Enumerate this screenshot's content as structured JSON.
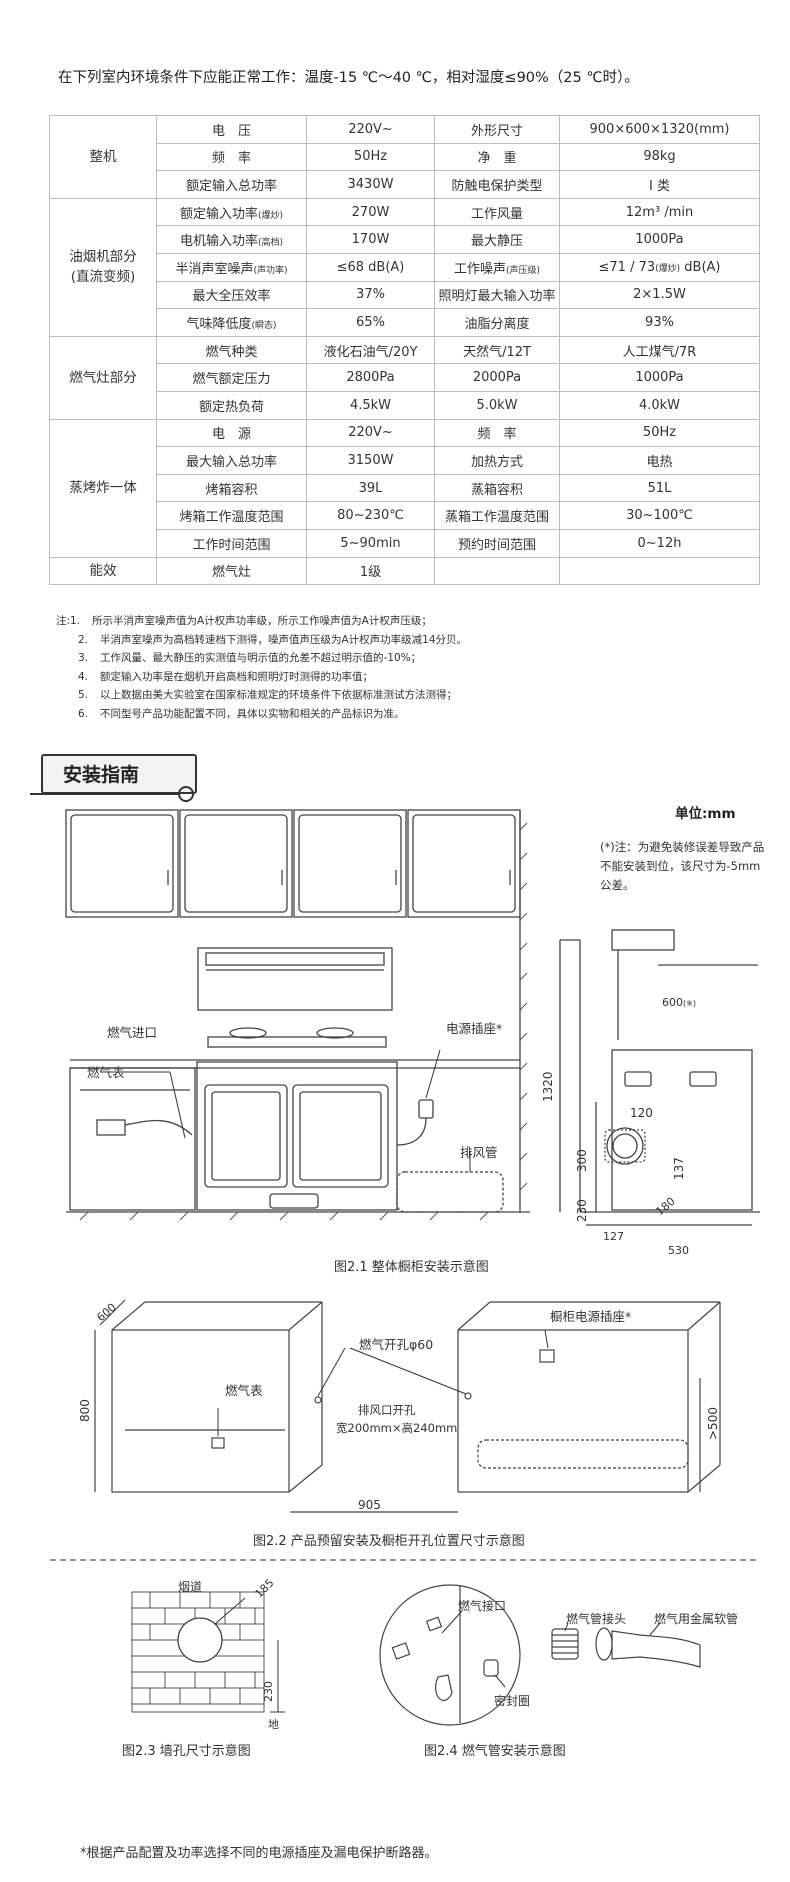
{
  "intro": "在下列室内环境条件下应能正常工作：温度-15 ℃～40 ℃，相对湿度≤90%（25 ℃时）。",
  "spec": {
    "groups": [
      {
        "name": "整机",
        "name2": "",
        "rows": [
          [
            "电　压",
            "220V~",
            "外形尺寸",
            "900×600×1320(mm)"
          ],
          [
            "频　率",
            "50Hz",
            "净　重",
            "98kg"
          ],
          [
            "额定输入总功率",
            "3430W",
            "防触电保护类型",
            "I 类"
          ]
        ]
      },
      {
        "name": "油烟机部分",
        "name2": "(直流变频)",
        "rows": [
          [
            "额定输入功率",
            "270W",
            "工作风量",
            "12m³ /min"
          ],
          [
            "电机输入功率",
            "170W",
            "最大静压",
            "1000Pa"
          ],
          [
            "半消声室噪声",
            "≤68  dB(A)",
            "工作噪声",
            "≤71 / 73",
            "dB(A)"
          ],
          [
            "最大全压效率",
            "37%",
            "照明灯最大输入功率",
            "2×1.5W"
          ],
          [
            "气味降低度",
            "65%",
            "油脂分离度",
            "93%"
          ]
        ]
      },
      {
        "name": "燃气灶部分",
        "name2": "",
        "rows": [
          [
            "燃气种类",
            "液化石油气/20Y",
            "天然气/12T",
            "人工煤气/7R"
          ],
          [
            "燃气额定压力",
            "2800Pa",
            "2000Pa",
            "1000Pa"
          ],
          [
            "额定热负荷",
            "4.5kW",
            "5.0kW",
            "4.0kW"
          ]
        ]
      },
      {
        "name": "蒸烤炸一体",
        "name2": "",
        "rows": [
          [
            "电　源",
            "220V~",
            "频　率",
            "50Hz"
          ],
          [
            "最大输入总功率",
            "3150W",
            "加热方式",
            "电热"
          ],
          [
            "烤箱容积",
            "39L",
            "蒸箱容积",
            "51L"
          ],
          [
            "烤箱工作温度范围",
            "80~230℃",
            "蒸箱工作温度范围",
            "30~100℃"
          ],
          [
            "工作时间范围",
            "5~90min",
            "预约时间范围",
            "0~12h"
          ]
        ]
      },
      {
        "name": "能效",
        "name2": "",
        "rows": [
          [
            "燃气灶",
            "1级",
            "",
            ""
          ]
        ]
      }
    ],
    "small": {
      "baochao": "(爆炒)",
      "gaodang": "(高档)",
      "shenggong": "(声功率)",
      "shengya": "(声压级)",
      "baochao2": "(爆炒)",
      "shunshi": "(瞬态)"
    }
  },
  "notes": {
    "prefix": "注:1.",
    "items": [
      "所示半消声室噪声值为A计权声功率级，所示工作噪声值为A计权声压级；",
      "半消声室噪声为高档转速档下测得，噪声值声压级为A计权声功率级减14分贝。",
      "工作风量、最大静压的实测值与明示值的允差不超过明示值的-10%；",
      "额定输入功率是在烟机开启高档和照明灯时测得的功率值；",
      "以上数据由美大实验室在国家标准规定的环境条件下依据标准测试方法测得；",
      "不同型号产品功能配置不同，具体以实物和相关的产品标识为准。"
    ],
    "nums": [
      "2.",
      "3.",
      "4.",
      "5.",
      "6."
    ]
  },
  "section_title": "安装指南",
  "unit": "单位:mm",
  "unit_note": "(*)注：为避免装修误差导致产品不能安装到位，该尺寸为-5mm公差。",
  "fig1": {
    "labels": {
      "gas_inlet": "燃气进口",
      "gas_meter": "燃气表",
      "socket": "电源插座*",
      "exhaust": "排风管"
    },
    "dims": {
      "d600": "600",
      "star": "(※)",
      "d1320": "1320",
      "d300": "300",
      "d230": "230",
      "d120": "120",
      "d137": "137",
      "d180": "180",
      "d127": "127",
      "d530": "530"
    },
    "caption": "图2.1 整体橱柜安装示意图"
  },
  "fig2": {
    "labels": {
      "gas_hole": "燃气开孔φ60",
      "gas_meter": "燃气表",
      "exhaust_hole": "排风口开孔",
      "exhaust_size": "宽200mm×高240mm",
      "cabinet_socket": "橱柜电源插座*"
    },
    "dims": {
      "d600": "600",
      "d800": "800",
      "d905": "905",
      "d500": ">500"
    },
    "caption": "图2.2 产品预留安装及橱柜开孔位置尺寸示意图"
  },
  "fig3": {
    "labels": {
      "flue": "烟道",
      "ground": "地"
    },
    "dims": {
      "d185": "185",
      "d230": "230"
    },
    "caption": "图2.3 墙孔尺寸示意图"
  },
  "fig4": {
    "labels": {
      "gas_port": "燃气接口",
      "seal": "密封圈",
      "joint": "燃气管接头",
      "hose": "燃气用金属软管"
    },
    "caption": "图2.4 燃气管安装示意图"
  },
  "footnote": "*根据产品配置及功率选择不同的电源插座及漏电保护断路器。"
}
